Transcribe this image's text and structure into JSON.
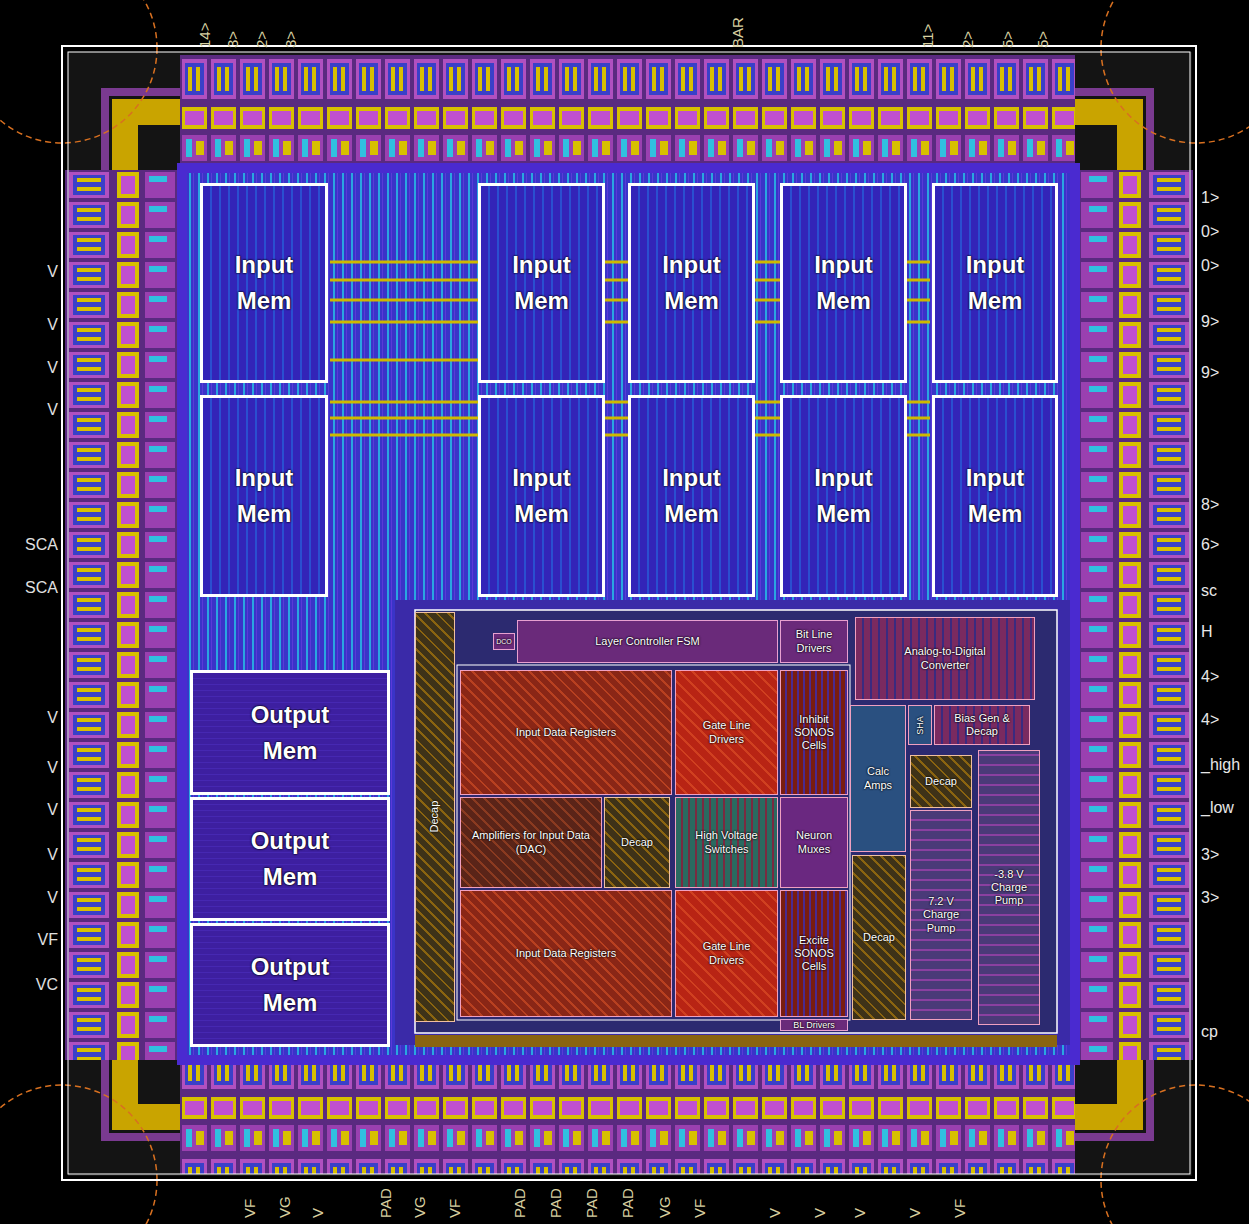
{
  "diagram": {
    "nodes": [
      {
        "text": [
          "Input Mem"
        ]
      },
      {
        "text": [
          "Input Mem"
        ]
      },
      {
        "text": [
          "Input Mem"
        ]
      },
      {
        "text": [
          "Input Mem"
        ]
      },
      {
        "text": [
          "Input Mem"
        ]
      },
      {
        "text": [
          "Input Mem"
        ]
      },
      {
        "text": [
          "Input Mem"
        ]
      },
      {
        "text": [
          "Input Mem"
        ]
      },
      {
        "text": [
          "Input Mem"
        ]
      },
      {
        "text": [
          "Input Mem"
        ]
      },
      {
        "text": [
          "Decap"
        ]
      },
      {
        "text": [
          "DCO"
        ]
      },
      {
        "text": [
          "Layer Controller FSM"
        ]
      },
      {
        "text": [
          "Bit Line Drivers"
        ]
      },
      {
        "text": [
          "Analog-to-Digital Converter"
        ]
      },
      {
        "text": [
          "Output Mem"
        ]
      },
      {
        "text": [
          "Input Data Registers"
        ]
      },
      {
        "text": [
          "Gate Line Drivers"
        ]
      },
      {
        "text": [
          "Inhibit SONOS Cells"
        ]
      },
      {
        "text": [
          "Calc Amps"
        ]
      },
      {
        "text": [
          "SHA"
        ]
      },
      {
        "text": [
          "Bias Gen & Decap"
        ]
      },
      {
        "text": [
          "Decap"
        ]
      },
      {
        "text": [
          "-3.8 V Charge Pump"
        ]
      },
      {
        "text": [
          "Output Mem"
        ]
      },
      {
        "text": [
          "Amplifiers for Input Data (DAC)"
        ]
      },
      {
        "text": [
          "Decap"
        ]
      },
      {
        "text": [
          "High Voltage Switches"
        ]
      },
      {
        "text": [
          "Neuron Muxes"
        ]
      },
      {
        "text": [
          "7.2 V Charge Pump"
        ]
      },
      {
        "text": [
          "Decap"
        ]
      },
      {
        "text": [
          "Output Mem"
        ]
      },
      {
        "text": [
          "Input Data Registers"
        ]
      },
      {
        "text": [
          "Gate Line Drivers"
        ]
      },
      {
        "text": [
          "Excite SONOS Cells"
        ]
      },
      {
        "text": [
          "BL Drivers"
        ]
      }
    ],
    "labels": [
      "14>",
      "3>",
      "2>",
      "3>",
      "BAR",
      "11>",
      "2>",
      "5>",
      "5>",
      "1>",
      "0>",
      "0>",
      "9>",
      "9>",
      "8>",
      "6>",
      "sc",
      "H",
      "4>",
      "4>",
      "_high",
      "_low",
      "3>",
      "3>",
      "cp",
      "V",
      "V",
      "V",
      "V",
      "SCA",
      "SCA",
      "V",
      "V",
      "V",
      "V",
      "V",
      "VF",
      "VC",
      "VF",
      "VG",
      "V",
      "PAD",
      "VG",
      "VF",
      "PAD",
      "PAD",
      "PAD",
      "PAD",
      "VG",
      "VF",
      "V",
      "V",
      "V",
      "V",
      "VF"
    ]
  }
}
